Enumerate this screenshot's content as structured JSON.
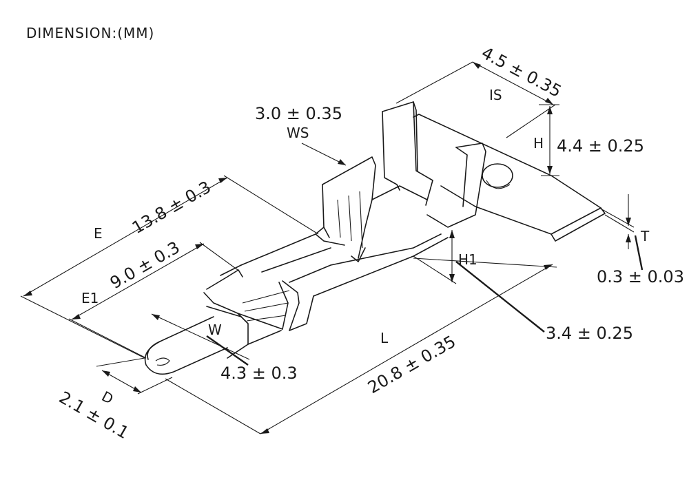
{
  "header": {
    "title": "DIMENSION:(MM)"
  },
  "dimensions": [
    {
      "id": "is",
      "symbol": "IS",
      "value": "4.5 ± 0.35"
    },
    {
      "id": "h",
      "symbol": "H",
      "value": "4.4 ± 0.25"
    },
    {
      "id": "ws",
      "symbol": "WS",
      "value": "3.0 ± 0.35"
    },
    {
      "id": "t",
      "symbol": "T",
      "value": "0.3 ± 0.03"
    },
    {
      "id": "e",
      "symbol": "E",
      "value": "13.8 ± 0.3"
    },
    {
      "id": "e1",
      "symbol": "E1",
      "value": "9.0 ± 0.3"
    },
    {
      "id": "h1",
      "symbol": "H1",
      "value": "3.4 ± 0.25"
    },
    {
      "id": "w",
      "symbol": "W",
      "value": "4.3 ± 0.3"
    },
    {
      "id": "l",
      "symbol": "L",
      "value": "20.8 ± 0.35"
    },
    {
      "id": "d",
      "symbol": "D",
      "value": "2.1 ± 0.1"
    }
  ]
}
